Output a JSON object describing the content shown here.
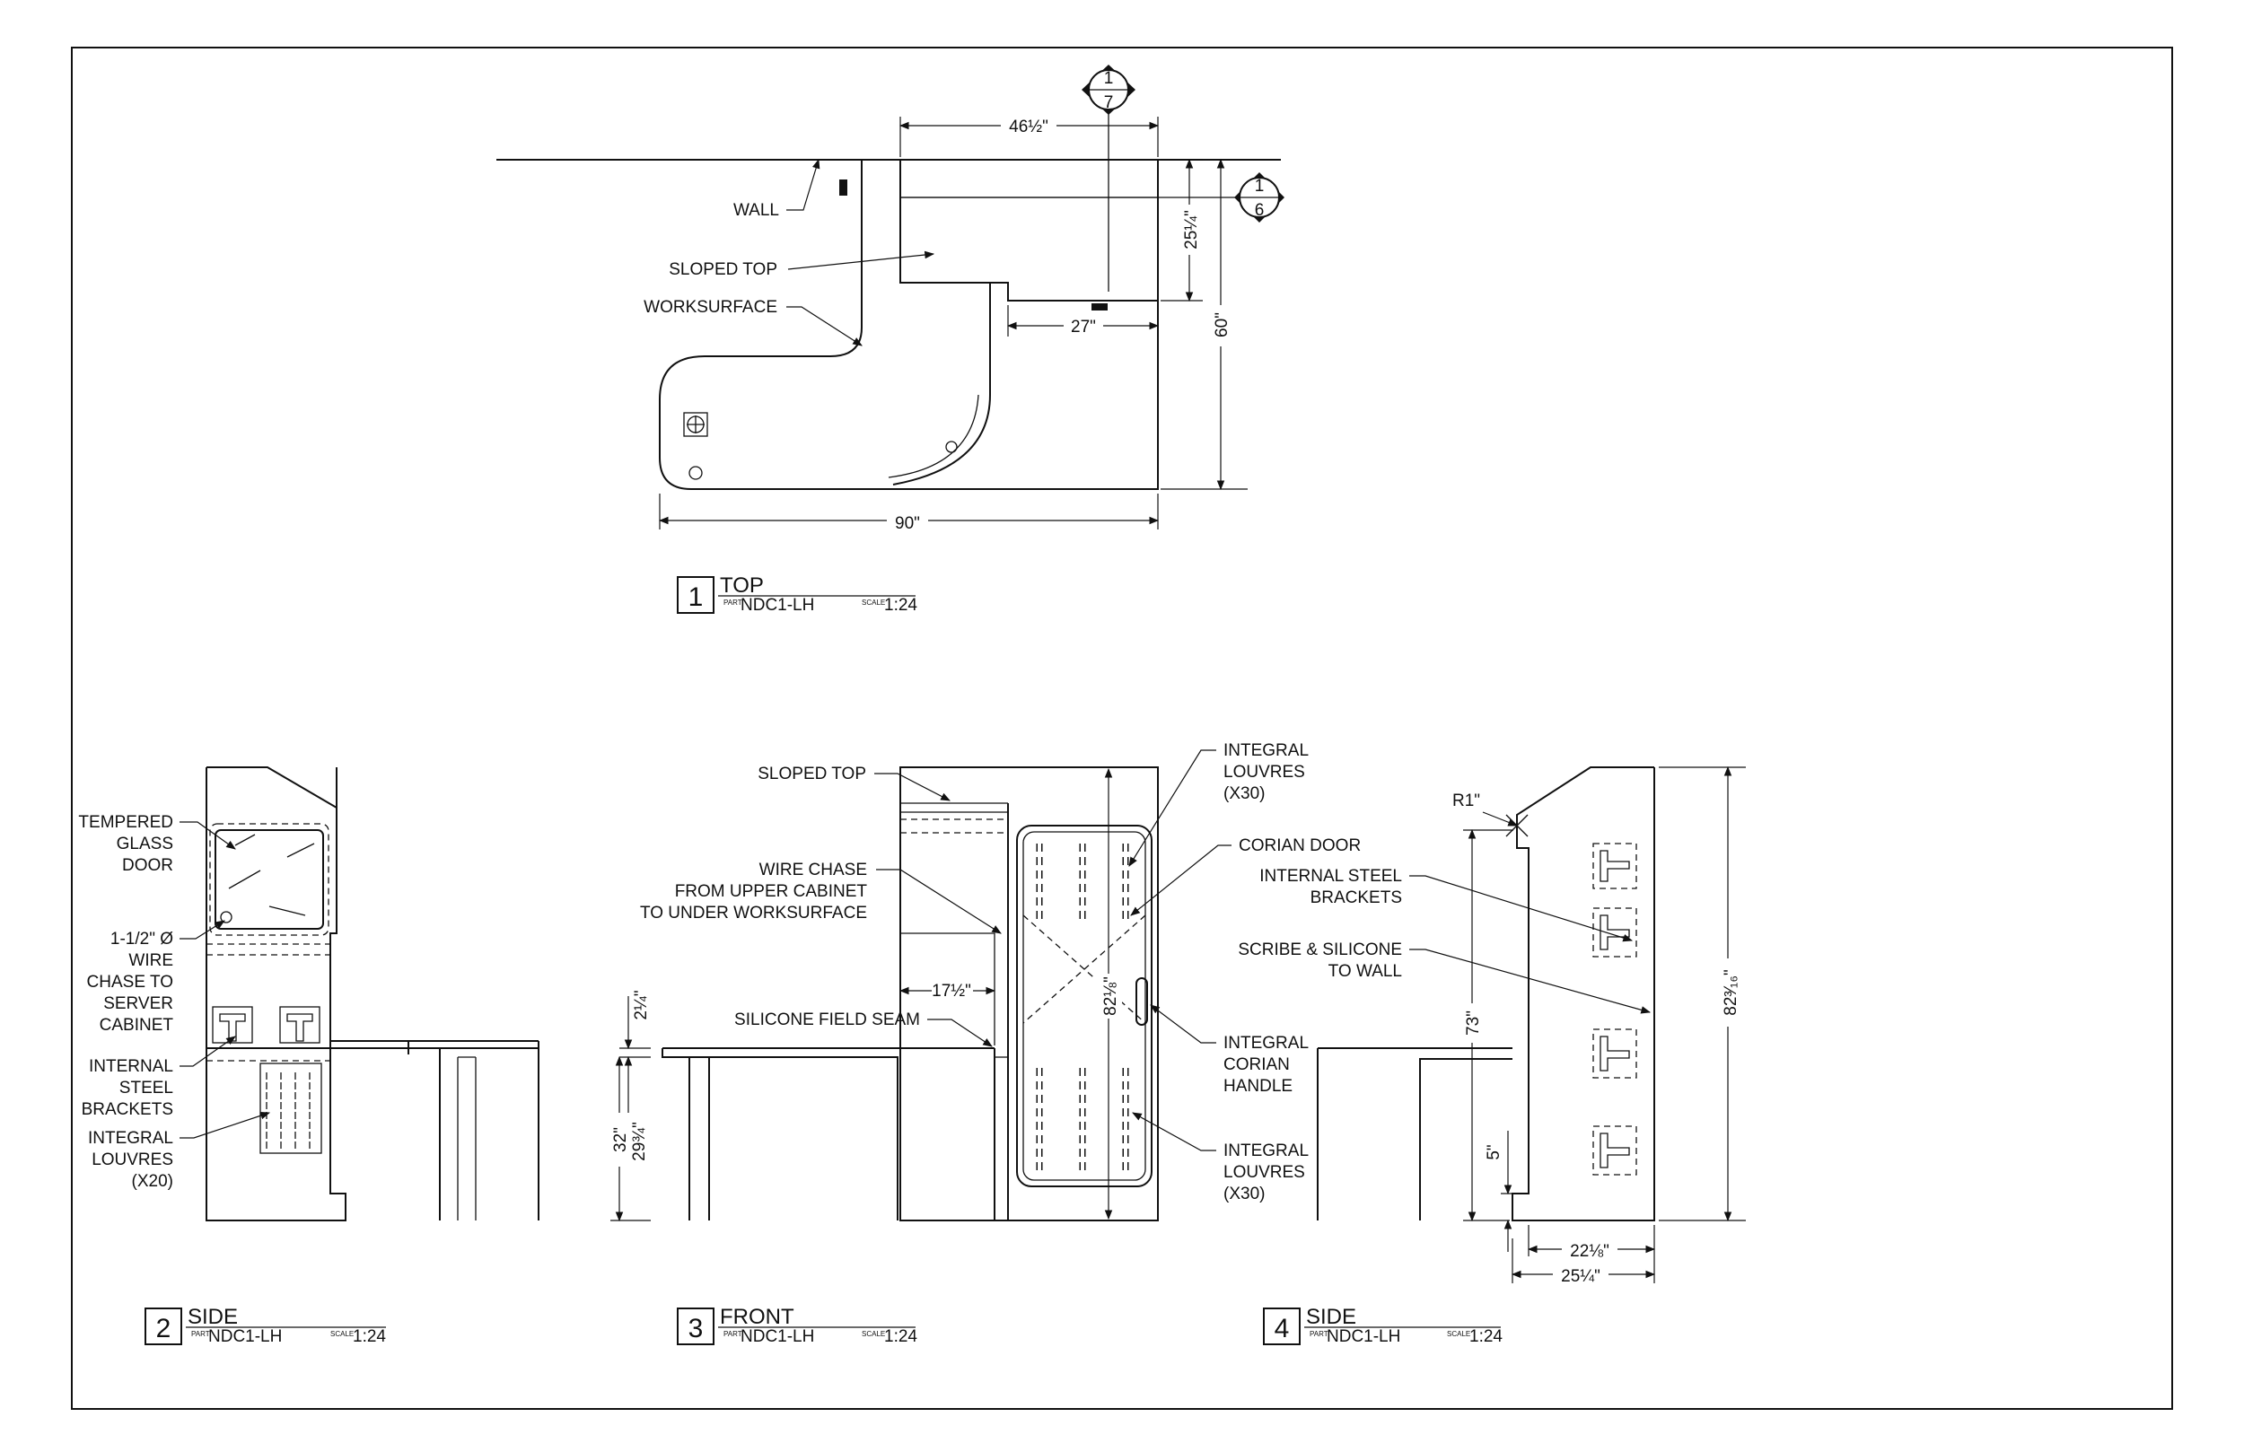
{
  "views": [
    {
      "number": "1",
      "title": "TOP",
      "part_label": "PART",
      "part": "NDC1-LH",
      "scale_label": "SCALE",
      "scale": "1:24"
    },
    {
      "number": "2",
      "title": "SIDE",
      "part_label": "PART",
      "part": "NDC1-LH",
      "scale_label": "SCALE",
      "scale": "1:24"
    },
    {
      "number": "3",
      "title": "FRONT",
      "part_label": "PART",
      "part": "NDC1-LH",
      "scale_label": "SCALE",
      "scale": "1:24"
    },
    {
      "number": "4",
      "title": "SIDE",
      "part_label": "PART",
      "part": "NDC1-LH",
      "scale_label": "SCALE",
      "scale": "1:24"
    }
  ],
  "section_markers": [
    {
      "top": "1",
      "bottom": "7"
    },
    {
      "top": "1",
      "bottom": "6"
    }
  ],
  "top_view": {
    "labels": {
      "wall": "WALL",
      "sloped_top": "SLOPED TOP",
      "worksurface": "WORKSURFACE"
    },
    "dims": {
      "width_upper": "46½\"",
      "depth_upper": "25¼\"",
      "inner": "27\"",
      "overall_depth": "60\"",
      "overall_width": "90\""
    }
  },
  "side_view_left": {
    "labels": [
      [
        "TEMPERED",
        "GLASS",
        "DOOR"
      ],
      [
        "1-1/2\" Ø",
        "WIRE",
        "CHASE TO",
        "SERVER",
        "CABINET"
      ],
      [
        "INTERNAL",
        "STEEL",
        "BRACKETS"
      ],
      [
        "INTEGRAL",
        "LOUVRES",
        "(X20)"
      ]
    ]
  },
  "front_view": {
    "labels": {
      "sloped_top": "SLOPED TOP",
      "wire_chase": [
        "WIRE CHASE",
        "FROM UPPER CABINET",
        "TO UNDER WORKSURFACE"
      ],
      "silicone_seam": "SILICONE FIELD SEAM",
      "louvres_top": [
        "INTEGRAL",
        "LOUVRES",
        "(X30)"
      ],
      "corian_door": "CORIAN DOOR",
      "corian_handle": [
        "INTEGRAL",
        "CORIAN",
        "HANDLE"
      ],
      "louvres_bottom": [
        "INTEGRAL",
        "LOUVRES",
        "(X30)"
      ]
    },
    "dims": {
      "d1": "2¼\"",
      "d2": "32\"",
      "d3": "29¾\"",
      "d4": "17½\"",
      "d5": "82⅛\""
    }
  },
  "side_view_right": {
    "labels": {
      "steel_brackets": [
        "INTERNAL STEEL",
        "BRACKETS"
      ],
      "scribe": [
        "SCRIBE & SILICONE",
        "TO WALL"
      ]
    },
    "dims": {
      "radius": "R1\"",
      "h73": "73\"",
      "h5": "5\"",
      "overall": "82³⁄₁₆\"",
      "d22": "22⅛\"",
      "d25": "25¼\""
    }
  }
}
